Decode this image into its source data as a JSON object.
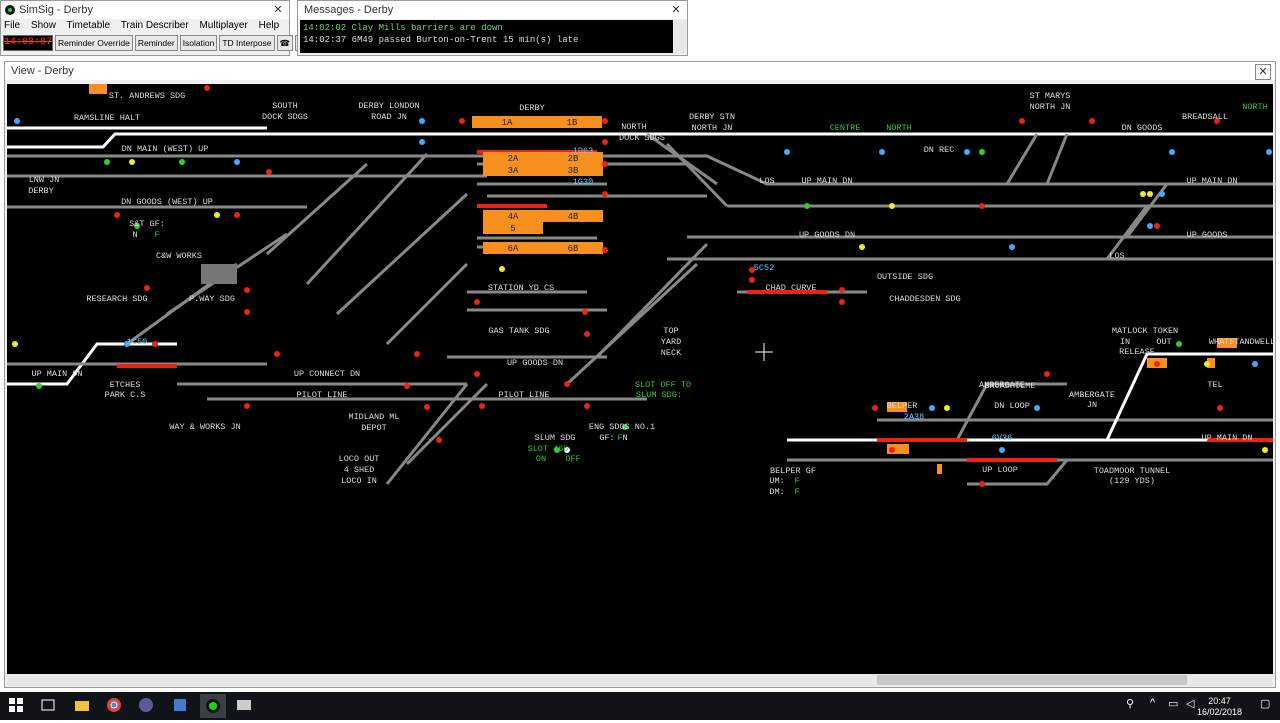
{
  "simsig": {
    "title": "SimSig - Derby",
    "menu": [
      "File",
      "Show",
      "Timetable",
      "Train Describer",
      "Multiplayer",
      "Help"
    ],
    "clock": "14:03:07",
    "buttons": [
      "Reminder Override",
      "Reminder",
      "Isolation",
      "TD Interpose"
    ]
  },
  "messages": {
    "title": "Messages - Derby",
    "lines": [
      "14:02:02 Clay Mills barriers are down",
      "14:02:37 6M49 passed Burton-on-Trent 15 min(s) late"
    ]
  },
  "view": {
    "title": "View - Derby"
  },
  "panel": {
    "labels": [
      {
        "t": "ST. ANDREWS SDG",
        "c": "#ddd"
      },
      {
        "t": "RAMSLINE HALT",
        "c": "#ddd"
      },
      {
        "t": "SOUTH",
        "c": "#ddd"
      },
      {
        "t": "DOCK SDGS",
        "c": "#ddd"
      },
      {
        "t": "DERBY LONDON",
        "c": "#ddd"
      },
      {
        "t": "ROAD JN",
        "c": "#ddd"
      },
      {
        "t": "DERBY",
        "c": "#ddd"
      },
      {
        "t": "NORTH",
        "c": "#ddd"
      },
      {
        "t": "DOCK SDGS",
        "c": "#ddd"
      },
      {
        "t": "DERBY STN",
        "c": "#ddd"
      },
      {
        "t": "NORTH JN",
        "c": "#ddd"
      },
      {
        "t": "CENTRE",
        "c": "#3c3"
      },
      {
        "t": "NORTH",
        "c": "#3c3"
      },
      {
        "t": "ST MARYS",
        "c": "#ddd"
      },
      {
        "t": "NORTH JN",
        "c": "#ddd"
      },
      {
        "t": "BREADSALL",
        "c": "#ddd"
      },
      {
        "t": "NORTH",
        "c": "#3c3"
      },
      {
        "t": "DN REC",
        "c": "#ddd"
      },
      {
        "t": "DN GOODS",
        "c": "#ddd"
      },
      {
        "t": "DN MAIN (WEST) UP",
        "c": "#ddd"
      },
      {
        "t": "LNW JN",
        "c": "#ddd"
      },
      {
        "t": "DERBY",
        "c": "#ddd"
      },
      {
        "t": "DN GOODS (WEST) UP",
        "c": "#ddd"
      },
      {
        "t": "UP MAIN DN",
        "c": "#ddd"
      },
      {
        "t": "LOS",
        "c": "#ddd"
      },
      {
        "t": "UP MAIN DN",
        "c": "#ddd"
      },
      {
        "t": "S&T GF:",
        "c": "#ddd"
      },
      {
        "t": "N",
        "c": "#ddd"
      },
      {
        "t": "F",
        "c": "#3c3"
      },
      {
        "t": "UP GOODS DN",
        "c": "#ddd"
      },
      {
        "t": "UP GOODS",
        "c": "#ddd"
      },
      {
        "t": "C&W WORKS",
        "c": "#ddd"
      },
      {
        "t": "LOS",
        "c": "#ddd"
      },
      {
        "t": "RESEARCH SDG",
        "c": "#ddd"
      },
      {
        "t": "P.WAY SDG",
        "c": "#ddd"
      },
      {
        "t": "STATION YD CS",
        "c": "#ddd"
      },
      {
        "t": "OUTSIDE SDG",
        "c": "#ddd"
      },
      {
        "t": "CHAD CURVE",
        "c": "#ddd"
      },
      {
        "t": "CHADDESDEN SDG",
        "c": "#ddd"
      },
      {
        "t": "GAS TANK SDG",
        "c": "#ddd"
      },
      {
        "t": "TOP",
        "c": "#ddd"
      },
      {
        "t": "YARD",
        "c": "#ddd"
      },
      {
        "t": "NECK",
        "c": "#ddd"
      },
      {
        "t": "MATLOCK TOKEN",
        "c": "#ddd"
      },
      {
        "t": "IN",
        "c": "#ddd"
      },
      {
        "t": "OUT",
        "c": "#ddd"
      },
      {
        "t": "RELEASE",
        "c": "#ddd"
      },
      {
        "t": "WHATSTANDWELL",
        "c": "#ddd"
      },
      {
        "t": "UP MAIN DN",
        "c": "#ddd"
      },
      {
        "t": "UP CONNECT DN",
        "c": "#ddd"
      },
      {
        "t": "UP GOODS DN",
        "c": "#ddd"
      },
      {
        "t": "ETCHES",
        "c": "#ddd"
      },
      {
        "t": "PARK C.S",
        "c": "#ddd"
      },
      {
        "t": "PILOT LINE",
        "c": "#ddd"
      },
      {
        "t": "PILOT LINE",
        "c": "#ddd"
      },
      {
        "t": "SLOT OFF TO",
        "c": "#3c3"
      },
      {
        "t": "SLUM SDG:",
        "c": "#3c3"
      },
      {
        "t": "AMBERGATE",
        "c": "#ddd"
      },
      {
        "t": "TEL",
        "c": "#ddd"
      },
      {
        "t": "BROADHOLME",
        "c": "#ddd"
      },
      {
        "t": "AMBERGATE",
        "c": "#ddd"
      },
      {
        "t": "JN",
        "c": "#ddd"
      },
      {
        "t": "BELPER",
        "c": "#ddd"
      },
      {
        "t": "DN LOOP",
        "c": "#ddd"
      },
      {
        "t": "WAY & WORKS JN",
        "c": "#ddd"
      },
      {
        "t": "MIDLAND ML",
        "c": "#ddd"
      },
      {
        "t": "DEPOT",
        "c": "#ddd"
      },
      {
        "t": "ENG SDGS NO.1",
        "c": "#ddd"
      },
      {
        "t": "SLUM SDG",
        "c": "#ddd"
      },
      {
        "t": "GF:",
        "c": "#ddd"
      },
      {
        "t": "N",
        "c": "#ddd"
      },
      {
        "t": "F",
        "c": "#3c3"
      },
      {
        "t": "SLOT 466",
        "c": "#3c3"
      },
      {
        "t": "ON",
        "c": "#3c3"
      },
      {
        "t": "OFF",
        "c": "#3c3"
      },
      {
        "t": "UP MAIN DN",
        "c": "#ddd"
      },
      {
        "t": "LOCO OUT",
        "c": "#ddd"
      },
      {
        "t": "4 SHED",
        "c": "#ddd"
      },
      {
        "t": "LOCO IN",
        "c": "#ddd"
      },
      {
        "t": "BELPER GF",
        "c": "#ddd"
      },
      {
        "t": "UM:",
        "c": "#ddd"
      },
      {
        "t": "F",
        "c": "#3c3"
      },
      {
        "t": "DM:",
        "c": "#ddd"
      },
      {
        "t": "F",
        "c": "#3c3"
      },
      {
        "t": "UP LOOP",
        "c": "#ddd"
      },
      {
        "t": "TOADMOOR TUNNEL",
        "c": "#ddd"
      },
      {
        "t": "(129 YDS)",
        "c": "#ddd"
      }
    ],
    "platforms": [
      "1A",
      "1B",
      "2A",
      "2B",
      "3A",
      "3B",
      "4A",
      "4B",
      "5",
      "6A",
      "6B"
    ],
    "berths": [
      "1D63",
      "1G30",
      "5C52",
      "1C50",
      "2A38",
      "6V36"
    ]
  },
  "taskbar": {
    "time": "20:47",
    "date": "16/02/2018"
  }
}
